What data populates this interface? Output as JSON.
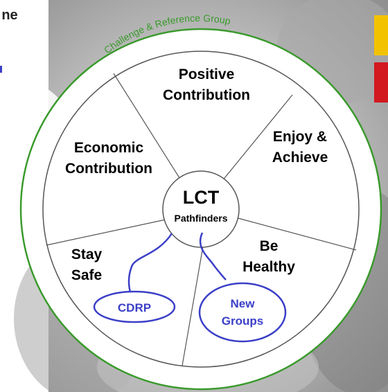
{
  "ring_label": "Challenge & Reference Group",
  "center": {
    "title": "LCT",
    "subtitle": "Pathfinders"
  },
  "segments": [
    {
      "line1": "Positive",
      "line2": "Contribution"
    },
    {
      "line1": "Enjoy &",
      "line2": "Achieve"
    },
    {
      "line1": "Be",
      "line2": "Healthy"
    },
    {
      "line1": "Stay",
      "line2": "Safe"
    },
    {
      "line1": "Economic",
      "line2": "Contribution"
    }
  ],
  "subgroups": [
    {
      "label": "CDRP"
    },
    {
      "line1": "New",
      "line2": "Groups"
    }
  ],
  "left_fragments": {
    "top": "ne"
  },
  "colors": {
    "ring_green": "#3a9a2c",
    "subgroup_blue": "#3b3fc7",
    "accent_yellow": "#f2c200",
    "accent_red": "#d2191f"
  }
}
